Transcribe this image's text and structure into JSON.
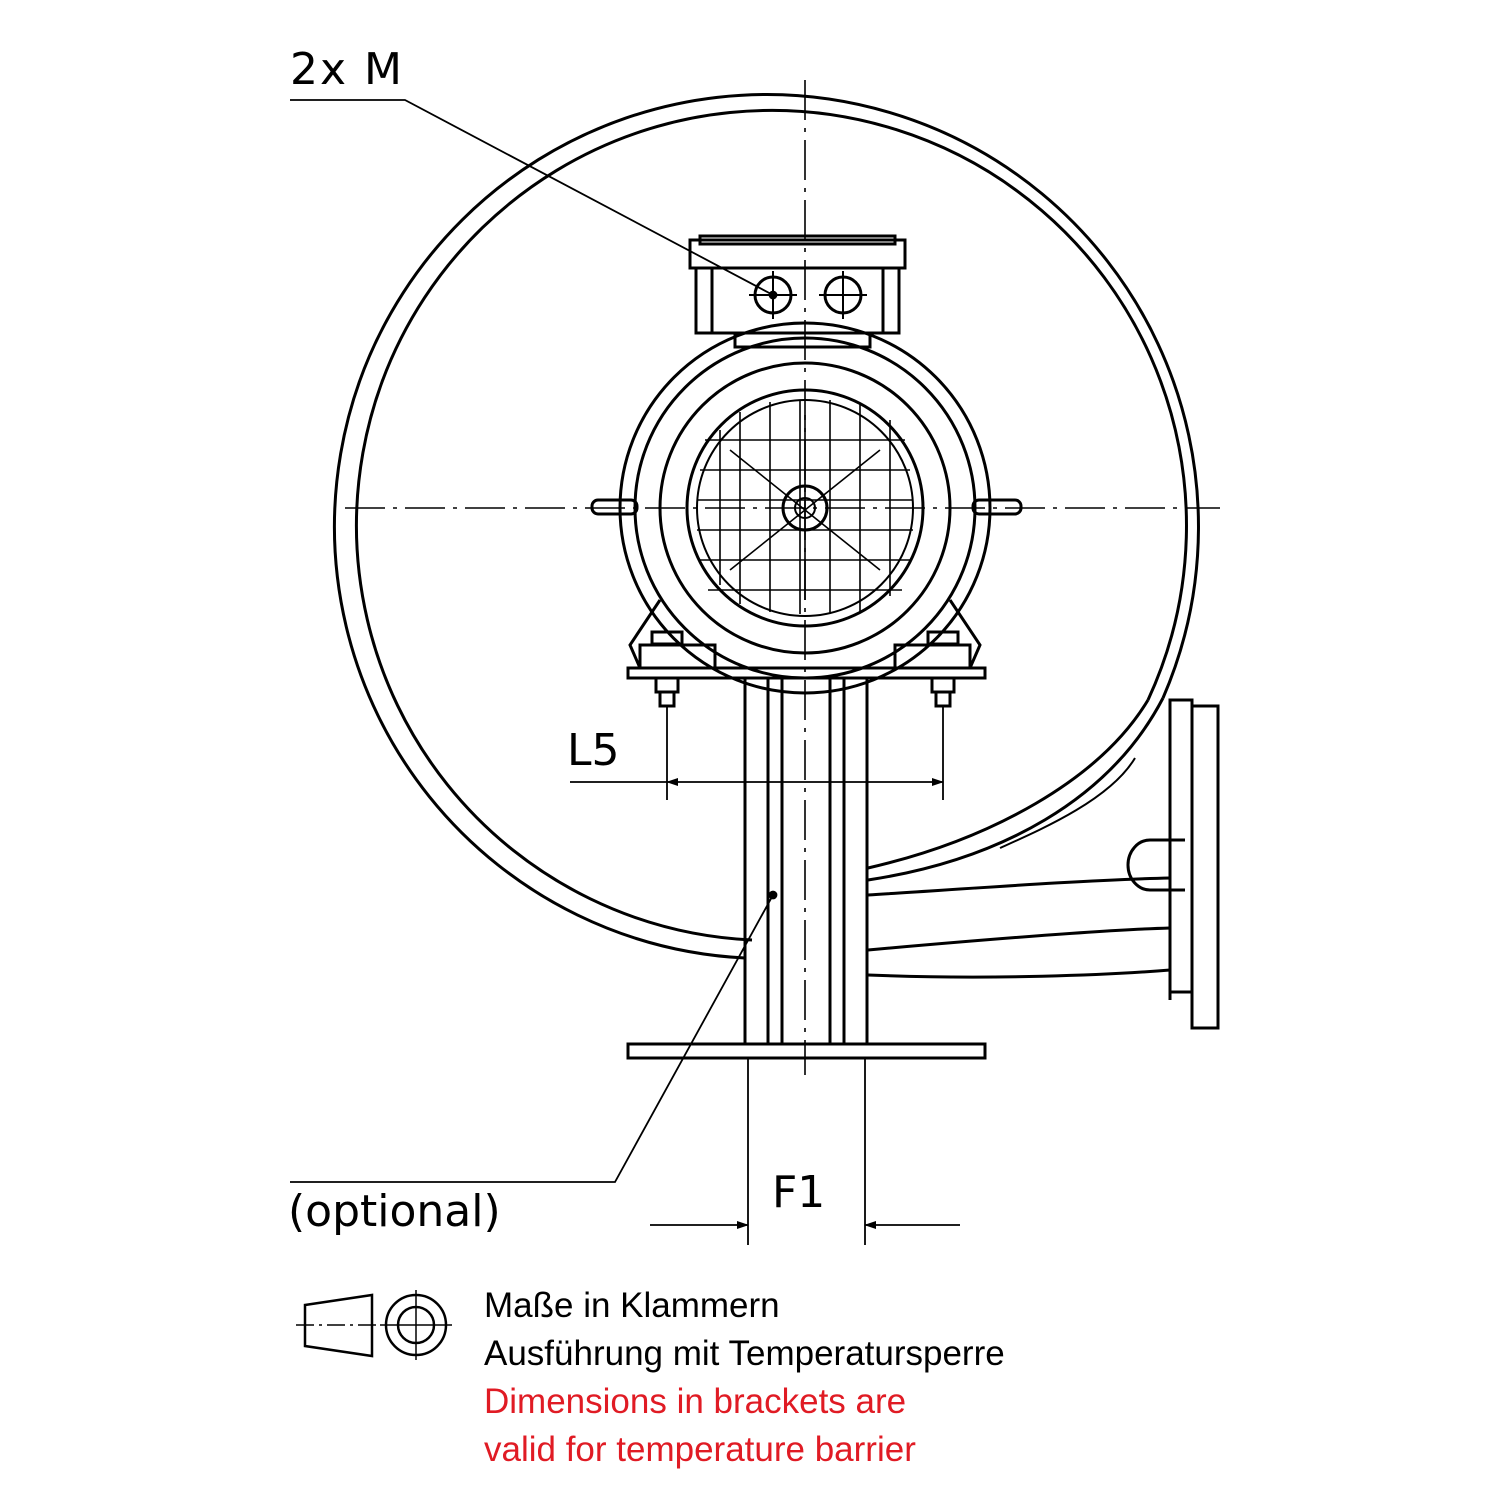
{
  "labels": {
    "motor_cable_entries": "2x M",
    "dimension_l5": "L5",
    "dimension_f1": "F1",
    "optional_part": "(optional)"
  },
  "notes": {
    "german_line1": "Maße in Klammern",
    "german_line2": "Ausführung mit Temperatursperre",
    "english_line1": "Dimensions in brackets are",
    "english_line2": "valid for temperature barrier"
  },
  "colors": {
    "line": "#000000",
    "english_note": "#e01b24"
  },
  "projection_symbol": "first-angle-projection-icon"
}
